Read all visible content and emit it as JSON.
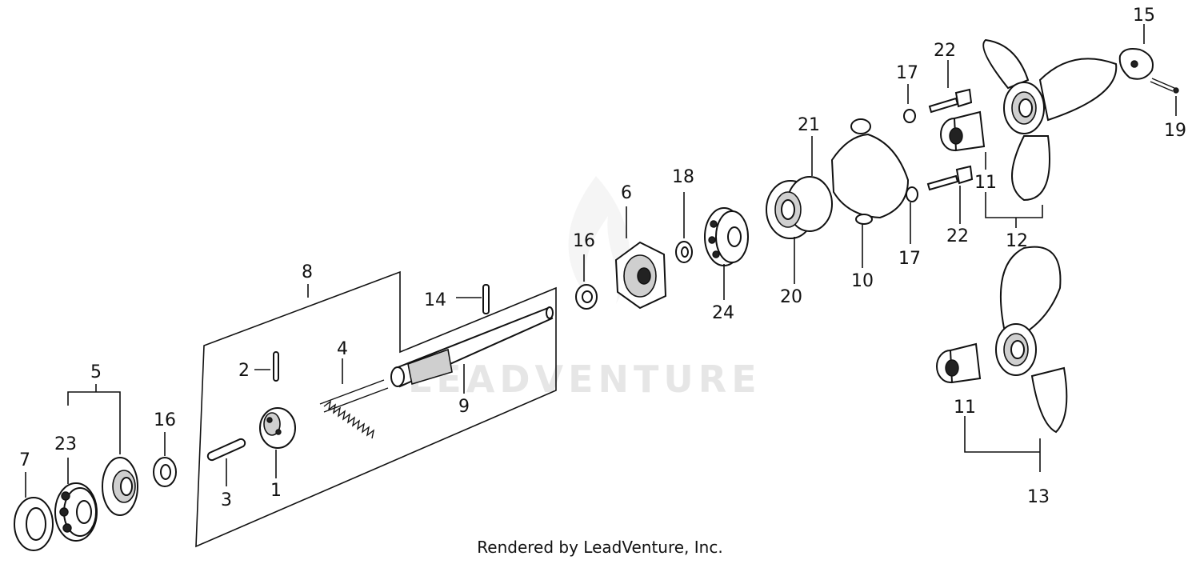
{
  "watermark": "LEADVENTURE",
  "footer": "Rendered by LeadVenture, Inc.",
  "callouts": [
    "1",
    "2",
    "3",
    "4",
    "5",
    "6",
    "7",
    "8",
    "9",
    "10",
    "11",
    "11",
    "12",
    "13",
    "14",
    "15",
    "16",
    "16",
    "17",
    "17",
    "18",
    "19",
    "20",
    "21",
    "22",
    "22",
    "23",
    "24"
  ]
}
